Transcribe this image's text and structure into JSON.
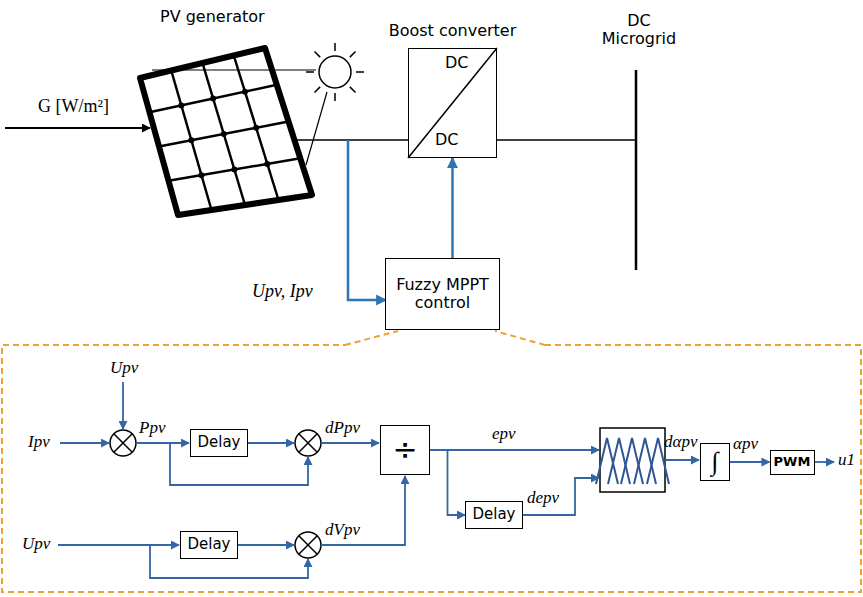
{
  "diagram": {
    "nodes": [
      {
        "text": [
          "Boost converter",
          "DC",
          "DC"
        ]
      },
      {
        "text": [
          "Fuzzy MPPT control"
        ]
      },
      {
        "text": [
          "Delay"
        ]
      },
      {
        "text": [
          "Delay"
        ]
      },
      {
        "text": [
          "÷"
        ]
      },
      {
        "text": [
          "Delay"
        ]
      },
      {
        "text": [
          "∫"
        ]
      },
      {
        "text": [
          "PWM"
        ]
      }
    ],
    "edges": [
      {
        "from": 1,
        "to": 0,
        "arrow": "to"
      },
      {
        "from": 4,
        "to": 5,
        "arrow": "to"
      },
      {
        "from": 6,
        "to": 7,
        "arrow": "to"
      }
    ],
    "labels": [
      "PV generator",
      "G [W/m²]",
      "DC Microgrid",
      "Upv, Ipv",
      "Upv",
      "Ipv",
      "Ppv",
      "dPpv",
      "Upv",
      "dVpv",
      "epv",
      "depv",
      "dαpv",
      "αpv",
      "u1"
    ]
  }
}
